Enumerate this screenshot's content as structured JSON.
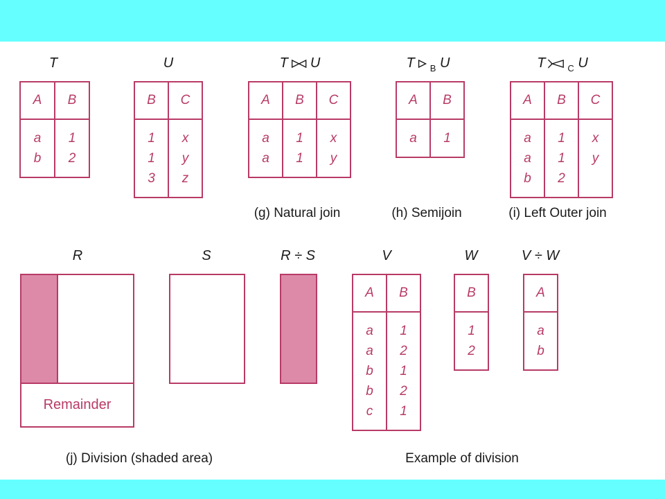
{
  "colors": {
    "band": "#66ffff",
    "line": "#b83a66",
    "shade": "#dc8aa8"
  },
  "titles": {
    "T": "T",
    "U": "U",
    "natural": {
      "left": "T",
      "right": "U"
    },
    "semi": {
      "left": "T",
      "sub": "B",
      "right": "U"
    },
    "outer": {
      "left": "T",
      "sub": "C",
      "right": "U"
    },
    "R": "R",
    "S": "S",
    "div": "R ÷ S",
    "V": "V",
    "W": "W",
    "vdivw": "V ÷ W"
  },
  "tables": {
    "T": {
      "cols": [
        "A",
        "B"
      ],
      "rows": [
        [
          "a",
          "b"
        ],
        [
          "1",
          "2"
        ]
      ]
    },
    "U": {
      "cols": [
        "B",
        "C"
      ],
      "rows": [
        [
          "1",
          "1",
          "3"
        ],
        [
          "x",
          "y",
          "z"
        ]
      ]
    },
    "natural": {
      "cols": [
        "A",
        "B",
        "C"
      ],
      "rows": [
        [
          "a",
          "a"
        ],
        [
          "1",
          "1"
        ],
        [
          "x",
          "y"
        ]
      ]
    },
    "semi": {
      "cols": [
        "A",
        "B"
      ],
      "rows": [
        [
          "a"
        ],
        [
          "1"
        ]
      ]
    },
    "outer": {
      "cols": [
        "A",
        "B",
        "C"
      ],
      "rows": [
        [
          "a",
          "a",
          "b"
        ],
        [
          "1",
          "1",
          "2"
        ],
        [
          "x",
          "y"
        ]
      ]
    },
    "V": {
      "cols": [
        "A",
        "B"
      ],
      "rows": [
        [
          "a",
          "a",
          "b",
          "b",
          "c"
        ],
        [
          "1",
          "2",
          "1",
          "2",
          "1"
        ]
      ]
    },
    "W": {
      "cols": [
        "B"
      ],
      "rows": [
        [
          "1",
          "2"
        ]
      ]
    },
    "VdivW": {
      "cols": [
        "A"
      ],
      "rows": [
        [
          "a",
          "b"
        ]
      ]
    }
  },
  "captions": {
    "g": "(g) Natural join",
    "h": "(h) Semijoin",
    "i": "(i) Left Outer join",
    "j": "(j) Division (shaded area)",
    "example": "Example of division"
  },
  "remainder": "Remainder"
}
